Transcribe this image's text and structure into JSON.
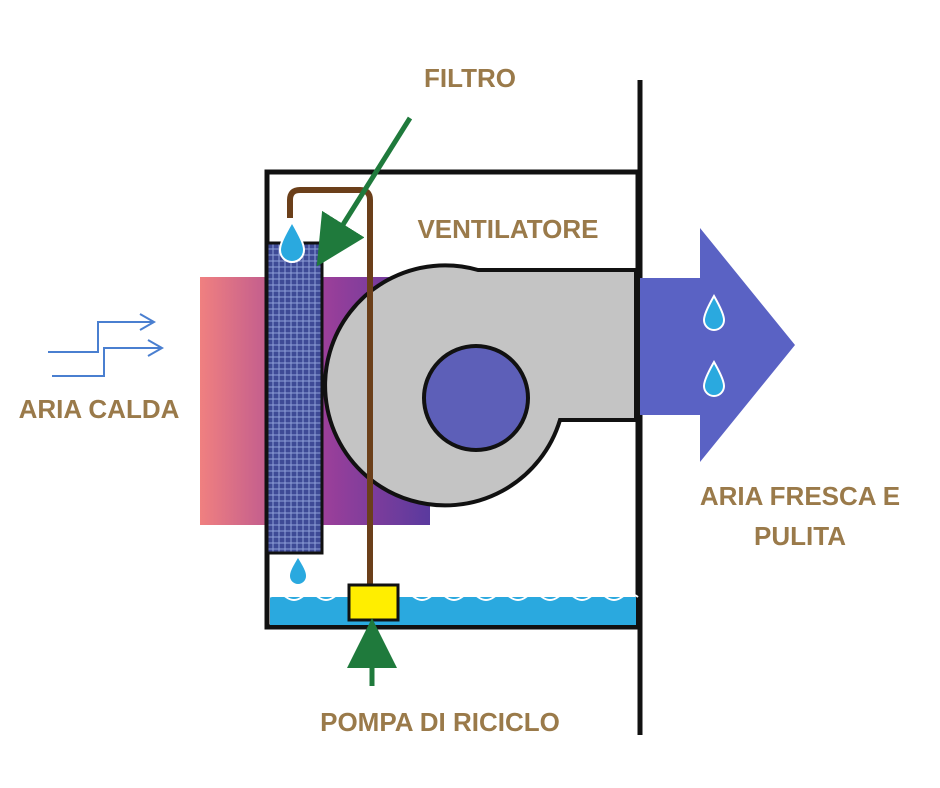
{
  "labels": {
    "filter": "FILTRO",
    "fan": "VENTILATORE",
    "hot_air": "ARIA CALDA",
    "fresh_air_line1": "ARIA FRESCA E",
    "fresh_air_line2": "PULITA",
    "pump": "POMPA DI RICICLO"
  },
  "colors": {
    "label_text": "#9a7a4a",
    "pointer_arrow": "#1f7a3c",
    "hot_air_start": "#f08080",
    "hot_air_mid": "#9a3f9a",
    "hot_air_end": "#5a3a9e",
    "fresh_air_arrow": "#5a62c4",
    "fan_housing": "#c4c4c4",
    "fan_hub": "#5d5fb8",
    "water": "#2aa9df",
    "pump": "#ffee00",
    "filter_pad": "#3e4a96",
    "pipe": "#6b3f1a",
    "inlet_arrows": "#4a7fd0"
  }
}
